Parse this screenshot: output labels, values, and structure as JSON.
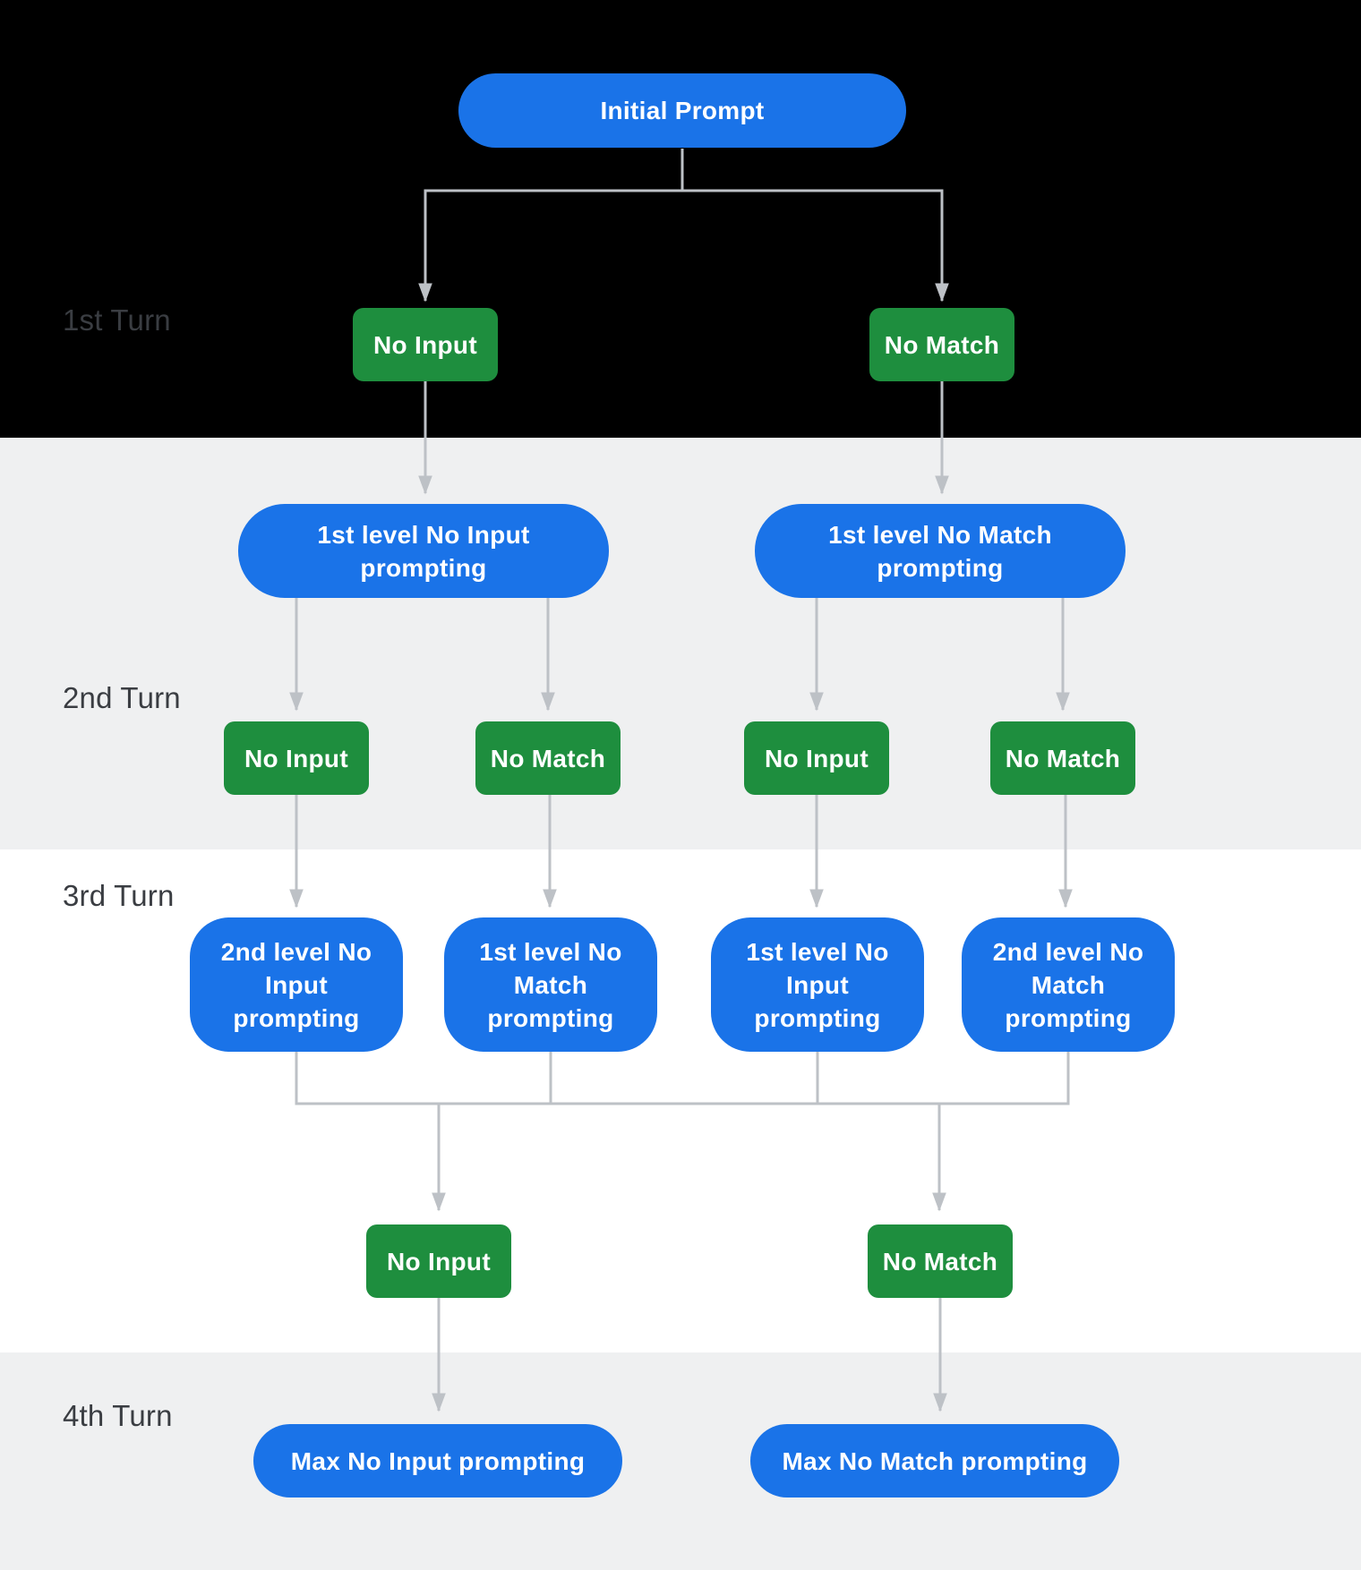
{
  "colors": {
    "blue": "#1A73E8",
    "green": "#1E8E3E",
    "line": "#BDC1C6",
    "background_dark": "#000000",
    "background_light": "#EFF0F1",
    "background_white": "#FFFFFF",
    "turn_label": "#3A3D42",
    "node_text": "#FFFFFF"
  },
  "diagram": {
    "initial": "Initial Prompt",
    "turn1": {
      "label": "1st Turn",
      "no_input": "No Input",
      "no_match": "No Match"
    },
    "turn2": {
      "label": "2nd Turn",
      "prompt_no_input": "1st level No Input\nprompting",
      "prompt_no_match": "1st level No Match\nprompting",
      "events": [
        "No Input",
        "No Match",
        "No Input",
        "No Match"
      ]
    },
    "turn3": {
      "label": "3rd Turn",
      "prompts": [
        "2nd level No\nInput\nprompting",
        "1st level No\nMatch\nprompting",
        "1st level No\nInput\nprompting",
        "2nd level No\nMatch\nprompting"
      ],
      "no_input": "No Input",
      "no_match": "No Match"
    },
    "turn4": {
      "label": "4th Turn",
      "max_no_input": "Max No Input prompting",
      "max_no_match": "Max No Match prompting"
    }
  }
}
